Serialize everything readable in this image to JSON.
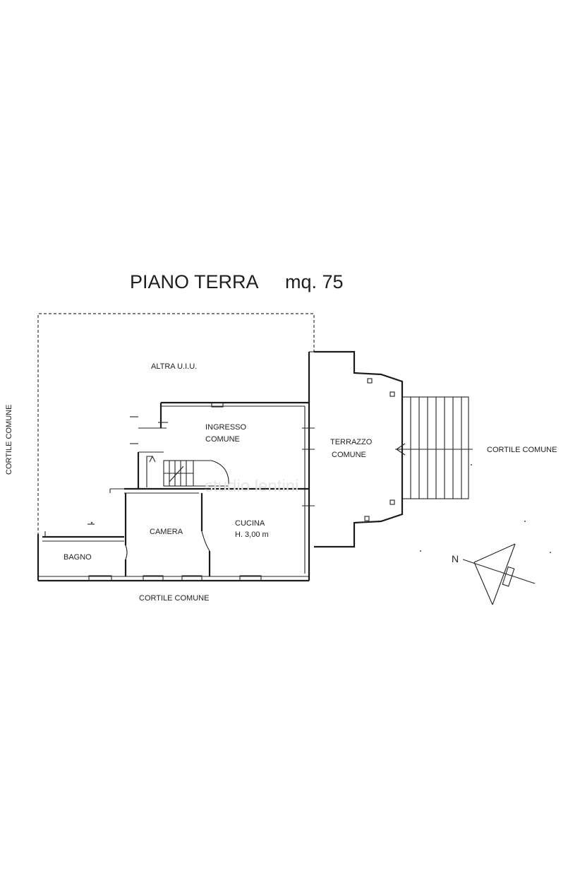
{
  "title": {
    "floor": "PIANO TERRA",
    "area": "mq. 75"
  },
  "labels": {
    "altra_uiu": "ALTRA U.I.U.",
    "ingresso_line1": "INGRESSO",
    "ingresso_line2": "COMUNE",
    "terrazzo_line1": "TERRAZZO",
    "terrazzo_line2": "COMUNE",
    "camera": "CAMERA",
    "cucina_line1": "CUCINA",
    "cucina_line2": "H. 3,00 m",
    "bagno": "BAGNO",
    "cortile_bottom": "CORTILE COMUNE",
    "cortile_right": "CORTILE COMUNE",
    "cortile_left": "CORTILE COMUNE",
    "north": "N"
  },
  "watermark": "studio lentini"
}
